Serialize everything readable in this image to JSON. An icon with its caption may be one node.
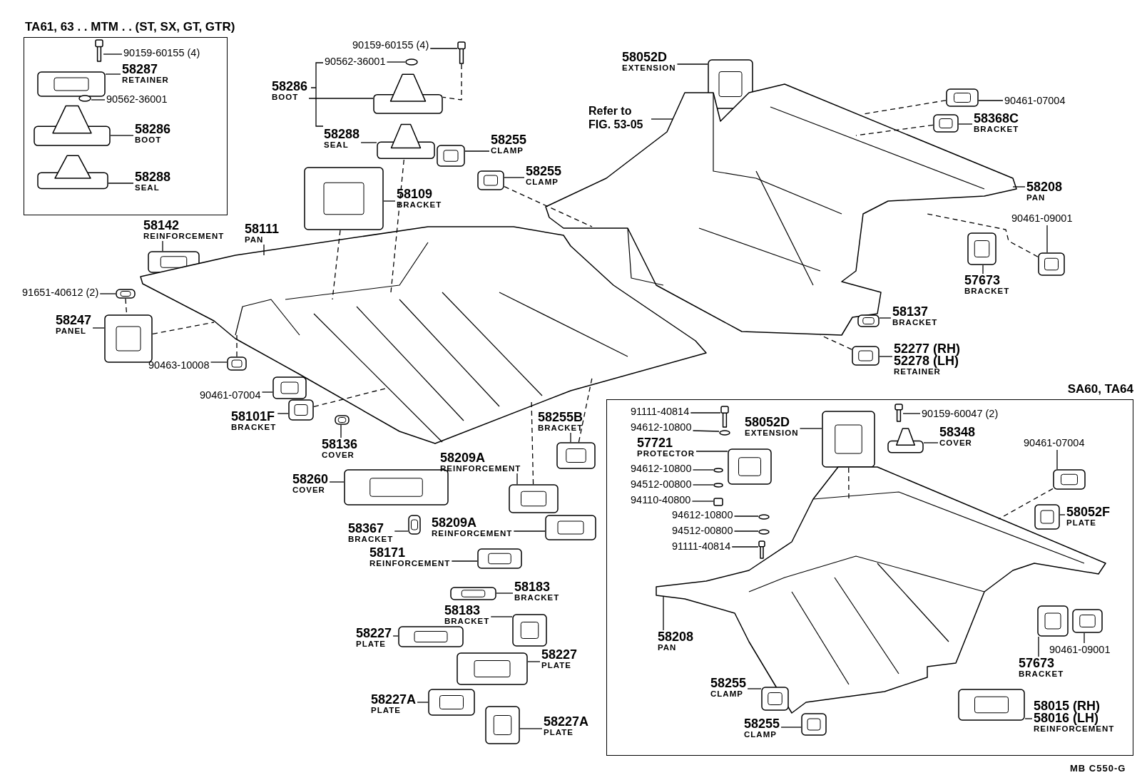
{
  "diagram": {
    "nodes": [
      {
        "text": [
          "TA61, 63 . . MTM . . (ST, SX, GT, GTR)"
        ]
      },
      {
        "text": [
          "90159-60155 (4)"
        ],
        "in": 0
      },
      {
        "text": [
          "58287",
          "RETAINER"
        ],
        "in": 0
      },
      {
        "text": [
          "90562-36001"
        ],
        "in": 0
      },
      {
        "text": [
          "58286",
          "BOOT"
        ],
        "in": 0
      },
      {
        "text": [
          "58288",
          "SEAL"
        ],
        "in": 0
      },
      {
        "text": [
          "90159-60155 (4)"
        ]
      },
      {
        "text": [
          "90562-36001"
        ]
      },
      {
        "text": [
          "58286",
          "BOOT"
        ]
      },
      {
        "text": [
          "58288",
          "SEAL"
        ]
      },
      {
        "text": [
          "58255",
          "CLAMP"
        ]
      },
      {
        "text": [
          "58255",
          "CLAMP"
        ]
      },
      {
        "text": [
          "58109",
          "BRACKET"
        ]
      },
      {
        "text": [
          "58142",
          "REINFORCEMENT"
        ]
      },
      {
        "text": [
          "58111",
          "PAN"
        ]
      },
      {
        "text": [
          "91651-40612 (2)"
        ]
      },
      {
        "text": [
          "58247",
          "PANEL"
        ]
      },
      {
        "text": [
          "90463-10008"
        ]
      },
      {
        "text": [
          "90461-07004"
        ]
      },
      {
        "text": [
          "58101F",
          "BRACKET"
        ]
      },
      {
        "text": [
          "58136",
          "COVER"
        ]
      },
      {
        "text": [
          "58255B",
          "BRACKET"
        ]
      },
      {
        "text": [
          "58209A",
          "REINFORCEMENT"
        ]
      },
      {
        "text": [
          "58260",
          "COVER"
        ]
      },
      {
        "text": [
          "58367",
          "BRACKET"
        ]
      },
      {
        "text": [
          "58209A",
          "REINFORCEMENT"
        ]
      },
      {
        "text": [
          "58171",
          "REINFORCEMENT"
        ]
      },
      {
        "text": [
          "58183",
          "BRACKET"
        ]
      },
      {
        "text": [
          "58183",
          "BRACKET"
        ]
      },
      {
        "text": [
          "58227",
          "PLATE"
        ]
      },
      {
        "text": [
          "58227",
          "PLATE"
        ]
      },
      {
        "text": [
          "58227A",
          "PLATE"
        ]
      },
      {
        "text": [
          "58227A",
          "PLATE"
        ]
      },
      {
        "text": [
          "58052D",
          "EXTENSION"
        ]
      },
      {
        "text": [
          "Refer to FIG. 53-05"
        ]
      },
      {
        "text": [
          "90461-07004"
        ]
      },
      {
        "text": [
          "58368C",
          "BRACKET"
        ]
      },
      {
        "text": [
          "58208",
          "PAN"
        ]
      },
      {
        "text": [
          "90461-09001"
        ]
      },
      {
        "text": [
          "57673",
          "BRACKET"
        ]
      },
      {
        "text": [
          "58137",
          "BRACKET"
        ]
      },
      {
        "text": [
          "52277 (RH)",
          "52278 (LH)",
          "RETAINER"
        ]
      },
      {
        "text": [
          "SA60, TA64"
        ]
      },
      {
        "text": [
          "91111-40814"
        ],
        "in": 42
      },
      {
        "text": [
          "94612-10800"
        ],
        "in": 42
      },
      {
        "text": [
          "57721",
          "PROTECTOR"
        ],
        "in": 42
      },
      {
        "text": [
          "94612-10800"
        ],
        "in": 42
      },
      {
        "text": [
          "94512-00800"
        ],
        "in": 42
      },
      {
        "text": [
          "94110-40800"
        ],
        "in": 42
      },
      {
        "text": [
          "94612-10800"
        ],
        "in": 42
      },
      {
        "text": [
          "94512-00800"
        ],
        "in": 42
      },
      {
        "text": [
          "91111-40814"
        ],
        "in": 42
      },
      {
        "text": [
          "58052D",
          "EXTENSION"
        ],
        "in": 42
      },
      {
        "text": [
          "90159-60047 (2)"
        ],
        "in": 42
      },
      {
        "text": [
          "58348",
          "COVER"
        ],
        "in": 42
      },
      {
        "text": [
          "90461-07004"
        ],
        "in": 42
      },
      {
        "text": [
          "58052F",
          "PLATE"
        ],
        "in": 42
      },
      {
        "text": [
          "58208",
          "PAN"
        ],
        "in": 42
      },
      {
        "text": [
          "57673",
          "BRACKET"
        ],
        "in": 42
      },
      {
        "text": [
          "90461-09001"
        ],
        "in": 42
      },
      {
        "text": [
          "58255",
          "CLAMP"
        ],
        "in": 42
      },
      {
        "text": [
          "58255",
          "CLAMP"
        ],
        "in": 42
      },
      {
        "text": [
          "58015 (RH)",
          "58016 (LH)",
          "REINFORCEMENT"
        ],
        "in": 42
      },
      {
        "text": [],
        "shape": "picture",
        "in": 0
      },
      {
        "text": [],
        "shape": "picture",
        "in": 0
      },
      {
        "text": [],
        "shape": "circle",
        "in": 0
      },
      {
        "text": [],
        "shape": "picture",
        "in": 0
      },
      {
        "text": [],
        "shape": "picture",
        "in": 0
      },
      {
        "text": [],
        "shape": "picture"
      },
      {
        "text": [],
        "shape": "circle"
      },
      {
        "text": [],
        "shape": "picture"
      },
      {
        "text": [],
        "shape": "picture"
      },
      {
        "text": [],
        "shape": "picture"
      },
      {
        "text": [],
        "shape": "picture"
      },
      {
        "text": [],
        "shape": "picture"
      },
      {
        "text": [],
        "shape": "picture"
      },
      {
        "text": [],
        "shape": "picture"
      },
      {
        "text": [],
        "shape": "picture"
      },
      {
        "text": [],
        "shape": "picture"
      },
      {
        "text": [],
        "shape": "picture"
      },
      {
        "text": [],
        "shape": "picture"
      },
      {
        "text": [],
        "shape": "picture"
      },
      {
        "text": [],
        "shape": "picture"
      },
      {
        "text": [],
        "shape": "picture"
      },
      {
        "text": [],
        "shape": "picture"
      },
      {
        "text": [],
        "shape": "picture"
      },
      {
        "text": [],
        "shape": "picture"
      },
      {
        "text": [],
        "shape": "picture"
      },
      {
        "text": [],
        "shape": "picture"
      },
      {
        "text": [],
        "shape": "picture"
      },
      {
        "text": [],
        "shape": "picture"
      },
      {
        "text": [],
        "shape": "picture"
      },
      {
        "text": [],
        "shape": "picture"
      },
      {
        "text": [],
        "shape": "picture"
      },
      {
        "text": [],
        "shape": "picture"
      },
      {
        "text": [],
        "shape": "picture"
      },
      {
        "text": [],
        "shape": "picture"
      },
      {
        "text": [],
        "shape": "picture"
      },
      {
        "text": [],
        "shape": "picture"
      },
      {
        "text": [],
        "shape": "picture"
      },
      {
        "text": [],
        "shape": "picture"
      },
      {
        "text": [],
        "shape": "picture"
      },
      {
        "text": [],
        "shape": "picture"
      },
      {
        "text": [],
        "shape": "picture",
        "in": 42
      },
      {
        "text": [],
        "shape": "circle",
        "in": 42
      },
      {
        "text": [],
        "shape": "picture",
        "in": 42
      },
      {
        "text": [],
        "shape": "circle",
        "in": 42
      },
      {
        "text": [],
        "shape": "circle",
        "in": 42
      },
      {
        "text": [],
        "shape": "box",
        "in": 42
      },
      {
        "text": [],
        "shape": "circle",
        "in": 42
      },
      {
        "text": [],
        "shape": "circle",
        "in": 42
      },
      {
        "text": [],
        "shape": "picture",
        "in": 42
      },
      {
        "text": [],
        "shape": "picture",
        "in": 42
      },
      {
        "text": [],
        "shape": "picture",
        "in": 42
      },
      {
        "text": [],
        "shape": "picture",
        "in": 42
      },
      {
        "text": [],
        "shape": "picture",
        "in": 42
      },
      {
        "text": [],
        "shape": "picture",
        "in": 42
      },
      {
        "text": [],
        "shape": "picture",
        "in": 42
      },
      {
        "text": [],
        "shape": "picture",
        "in": 42
      },
      {
        "text": [],
        "shape": "picture",
        "in": 42
      },
      {
        "text": [],
        "shape": "picture",
        "in": 42
      },
      {
        "text": [],
        "shape": "picture",
        "in": 42
      },
      {
        "text": [],
        "shape": "picture",
        "in": 42
      }
    ],
    "edges": [
      {
        "from": 1,
        "to": 63,
        "arrow": "none"
      },
      {
        "from": 2,
        "to": 64,
        "arrow": "none"
      },
      {
        "from": 3,
        "to": 65,
        "arrow": "none"
      },
      {
        "from": 4,
        "to": 66,
        "arrow": "none"
      },
      {
        "from": 5,
        "to": 67,
        "arrow": "none"
      },
      {
        "from": 6,
        "to": 68,
        "arrow": "none"
      },
      {
        "from": 7,
        "to": 69,
        "arrow": "none"
      },
      {
        "from": 8,
        "to": 70,
        "arrow": "none"
      },
      {
        "from": 9,
        "to": 71,
        "arrow": "none"
      },
      {
        "from": 10,
        "to": 72,
        "arrow": "none"
      },
      {
        "from": 11,
        "to": 73,
        "arrow": "none"
      },
      {
        "from": 12,
        "to": 74,
        "arrow": "none"
      },
      {
        "from": 13,
        "to": 75,
        "arrow": "none"
      },
      {
        "from": 14,
        "to": 76,
        "arrow": "none"
      },
      {
        "from": 15,
        "to": 77,
        "arrow": "none"
      },
      {
        "from": 16,
        "to": 78,
        "arrow": "none"
      },
      {
        "from": 17,
        "to": 79,
        "arrow": "none"
      },
      {
        "from": 18,
        "to": 80,
        "arrow": "none"
      },
      {
        "from": 19,
        "to": 81,
        "arrow": "none"
      },
      {
        "from": 20,
        "to": 82,
        "arrow": "none"
      },
      {
        "from": 21,
        "to": 83,
        "arrow": "none"
      },
      {
        "from": 22,
        "to": 84,
        "arrow": "none"
      },
      {
        "from": 23,
        "to": 85,
        "arrow": "none"
      },
      {
        "from": 24,
        "to": 86,
        "arrow": "none"
      },
      {
        "from": 25,
        "to": 87,
        "arrow": "none"
      },
      {
        "from": 26,
        "to": 88,
        "arrow": "none"
      },
      {
        "from": 27,
        "to": 89,
        "arrow": "none"
      },
      {
        "from": 28,
        "to": 90,
        "arrow": "none"
      },
      {
        "from": 29,
        "to": 91,
        "arrow": "none"
      },
      {
        "from": 30,
        "to": 92,
        "arrow": "none"
      },
      {
        "from": 31,
        "to": 93,
        "arrow": "none"
      },
      {
        "from": 32,
        "to": 94,
        "arrow": "none"
      },
      {
        "from": 33,
        "to": 95,
        "arrow": "none"
      },
      {
        "from": 34,
        "to": 96,
        "arrow": "none"
      },
      {
        "from": 35,
        "to": 97,
        "arrow": "none"
      },
      {
        "from": 36,
        "to": 98,
        "arrow": "none"
      },
      {
        "from": 37,
        "to": 96,
        "arrow": "none"
      },
      {
        "from": 38,
        "to": 99,
        "arrow": "none"
      },
      {
        "from": 39,
        "to": 100,
        "arrow": "none"
      },
      {
        "from": 40,
        "to": 101,
        "arrow": "none"
      },
      {
        "from": 41,
        "to": 102,
        "arrow": "none"
      },
      {
        "from": 43,
        "to": 103,
        "arrow": "none"
      },
      {
        "from": 44,
        "to": 104,
        "arrow": "none"
      },
      {
        "from": 45,
        "to": 105,
        "arrow": "none"
      },
      {
        "from": 46,
        "to": 106,
        "arrow": "none"
      },
      {
        "from": 47,
        "to": 107,
        "arrow": "none"
      },
      {
        "from": 48,
        "to": 108,
        "arrow": "none"
      },
      {
        "from": 49,
        "to": 109,
        "arrow": "none"
      },
      {
        "from": 50,
        "to": 110,
        "arrow": "none"
      },
      {
        "from": 51,
        "to": 111,
        "arrow": "none"
      },
      {
        "from": 52,
        "to": 112,
        "arrow": "none"
      },
      {
        "from": 53,
        "to": 113,
        "arrow": "none"
      },
      {
        "from": 54,
        "to": 114,
        "arrow": "none"
      },
      {
        "from": 55,
        "to": 115,
        "arrow": "none"
      },
      {
        "from": 56,
        "to": 116,
        "arrow": "none"
      },
      {
        "from": 57,
        "to": 117,
        "arrow": "none"
      },
      {
        "from": 58,
        "to": 118,
        "arrow": "none"
      },
      {
        "from": 59,
        "to": 119,
        "arrow": "none"
      },
      {
        "from": 60,
        "to": 120,
        "arrow": "none"
      },
      {
        "from": 61,
        "to": 121,
        "arrow": "none"
      },
      {
        "from": 62,
        "to": 122,
        "arrow": "none"
      },
      {
        "from": 68,
        "to": 70,
        "arrow": "none",
        "style": "dashed"
      },
      {
        "from": 74,
        "to": 76,
        "arrow": "none",
        "style": "dashed"
      },
      {
        "from": 71,
        "to": 76,
        "arrow": "none",
        "style": "dashed"
      },
      {
        "from": 73,
        "to": 96,
        "arrow": "none",
        "style": "dashed"
      },
      {
        "from": 78,
        "to": 76,
        "arrow": "none",
        "style": "dashed"
      },
      {
        "from": 97,
        "to": 96,
        "arrow": "none",
        "style": "dashed"
      },
      {
        "from": 98,
        "to": 96,
        "arrow": "none",
        "style": "dashed"
      },
      {
        "from": 99,
        "to": 96,
        "arrow": "none",
        "style": "dashed"
      },
      {
        "from": 102,
        "to": 96,
        "arrow": "none",
        "style": "dashed"
      },
      {
        "from": 81,
        "to": 76,
        "arrow": "none",
        "style": "dashed"
      },
      {
        "from": 83,
        "to": 76,
        "arrow": "none",
        "style": "dashed"
      },
      {
        "from": 84,
        "to": 76,
        "arrow": "none",
        "style": "dashed"
      },
      {
        "from": 115,
        "to": 117,
        "arrow": "none",
        "style": "dashed"
      },
      {
        "from": 112,
        "to": 117,
        "arrow": "none",
        "style": "dashed"
      },
      {
        "from": 77,
        "to": 78,
        "arrow": "none",
        "style": "dashed"
      },
      {
        "from": 79,
        "to": 76,
        "arrow": "none",
        "style": "dashed"
      }
    ],
    "labels": [
      "MB C550-G"
    ]
  }
}
